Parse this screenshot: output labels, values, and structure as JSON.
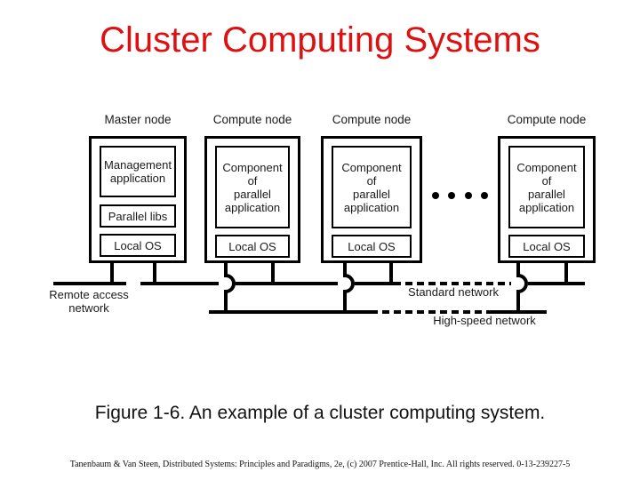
{
  "slide": {
    "title": "Cluster Computing Systems",
    "caption": "Figure 1-6. An example of a cluster computing system.",
    "footer": "Tanenbaum & Van Steen, Distributed Systems: Principles and Paradigms, 2e, (c) 2007 Prentice-Hall, Inc. All rights reserved. 0-13-239227-5"
  },
  "colors": {
    "title_red": "#dd1111",
    "diagram_black": "#000000",
    "background": "#ffffff"
  },
  "diagram": {
    "nodes": [
      {
        "label": "Master node",
        "stack": {
          "app": "Management\napplication",
          "libs": "Parallel libs",
          "os": "Local OS"
        }
      },
      {
        "label": "Compute node",
        "stack": {
          "app": "Component\nof\nparallel\napplication",
          "os": "Local OS"
        }
      },
      {
        "label": "Compute node",
        "stack": {
          "app": "Component\nof\nparallel\napplication",
          "os": "Local OS"
        }
      },
      {
        "label": "Compute node",
        "stack": {
          "app": "Component\nof\nparallel\napplication",
          "os": "Local OS"
        }
      }
    ],
    "networks": {
      "remote": "Remote access\nnetwork",
      "standard": "Standard network",
      "highspeed": "High-speed network"
    }
  }
}
